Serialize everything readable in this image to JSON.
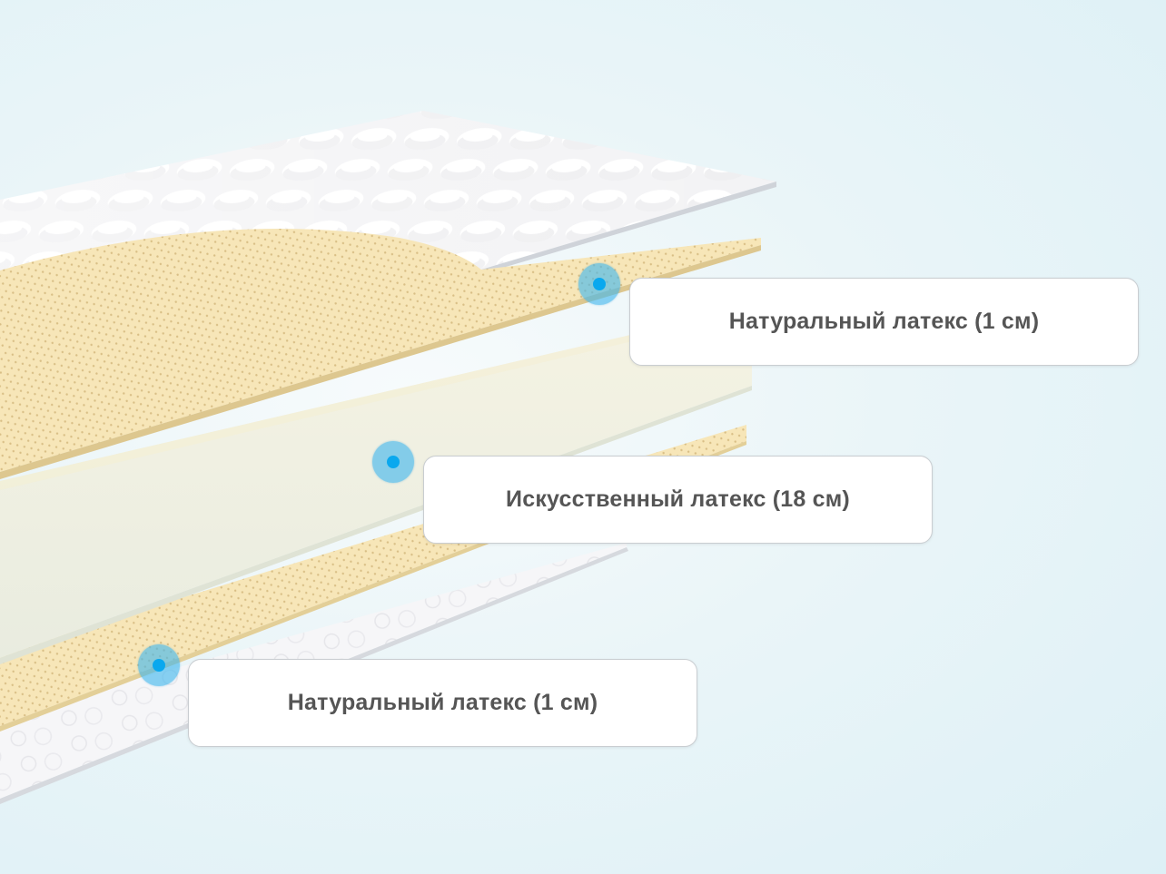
{
  "layers": [
    {
      "id": "top",
      "label": "Натуральный латекс (1 см)"
    },
    {
      "id": "middle",
      "label": "Искусственный латекс (18 см)"
    },
    {
      "id": "bottom",
      "label": "Натуральный латекс (1 см)"
    }
  ],
  "colors": {
    "latex": "#f6e4b3",
    "latex_dots": "#dcc48c",
    "core": "#eef0e3",
    "cover": "#f4f4f6",
    "marker": "#40b6ee",
    "marker_dot": "#0aa8ee",
    "label_text": "#555555"
  }
}
